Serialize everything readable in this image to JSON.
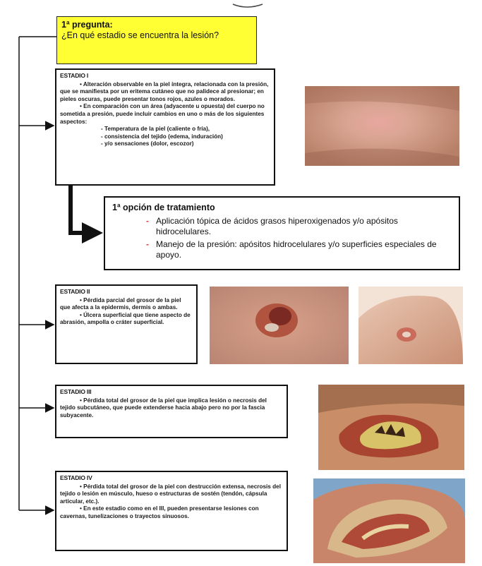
{
  "question": {
    "title": "1ª pregunta:",
    "text": "¿En qué estadio se encuentra la lesión?"
  },
  "stage1": {
    "title": "ESTADIO I",
    "p1": "• Alteración observable en la piel íntegra, relacionada con la presión, que se manifiesta por un eritema cutáneo que no palidece al presionar; en pieles oscuras, puede presentar tonos rojos, azules o morados.",
    "p2": "• En comparación con un área (adyacente u opuesta) del cuerpo no sometida a presión, puede incluir cambios en uno o más de los siguientes aspectos:",
    "items": [
      "- Temperatura de la piel (caliente o fría),",
      "- consistencia del tejido (edema, induración)",
      "- y/o sensaciones (dolor, escozor)"
    ]
  },
  "treatment": {
    "title": "1ª opción de tratamiento",
    "bullet": "-",
    "items": [
      "Aplicación tópica de ácidos grasos hiperoxigenados y/o apósitos hidrocelulares.",
      "Manejo de la presión: apósitos hidrocelulares y/o superficies especiales de apoyo."
    ]
  },
  "stage2": {
    "title": "ESTADIO II",
    "p1": "• Pérdida parcial del grosor de la piel que afecta a la epidermis, dermis o ambas.",
    "p2": "• Úlcera superficial que tiene aspecto de abrasión, ampolla o cráter superficial."
  },
  "stage3": {
    "title": "ESTADIO III",
    "p1": "• Pérdida total del grosor de la piel que implica lesión o necrosis del tejido subcutáneo, que puede extenderse hacia abajo pero no por la fascia subyacente."
  },
  "stage4": {
    "title": "ESTADIO IV",
    "p1": "• Pérdida total del grosor de la piel con destrucción extensa, necrosis del tejido o lesión en músculo, hueso o estructuras de sostén (tendón, cápsula articular, etc.).",
    "p2": "• En este estadio como en el III, pueden presentarse lesiones con cavernas, tunelizaciones o trayectos sinuosos."
  },
  "colors": {
    "question_bg": "#ffff33",
    "treatment_bullet": "#e03a3a",
    "line": "#111111"
  }
}
